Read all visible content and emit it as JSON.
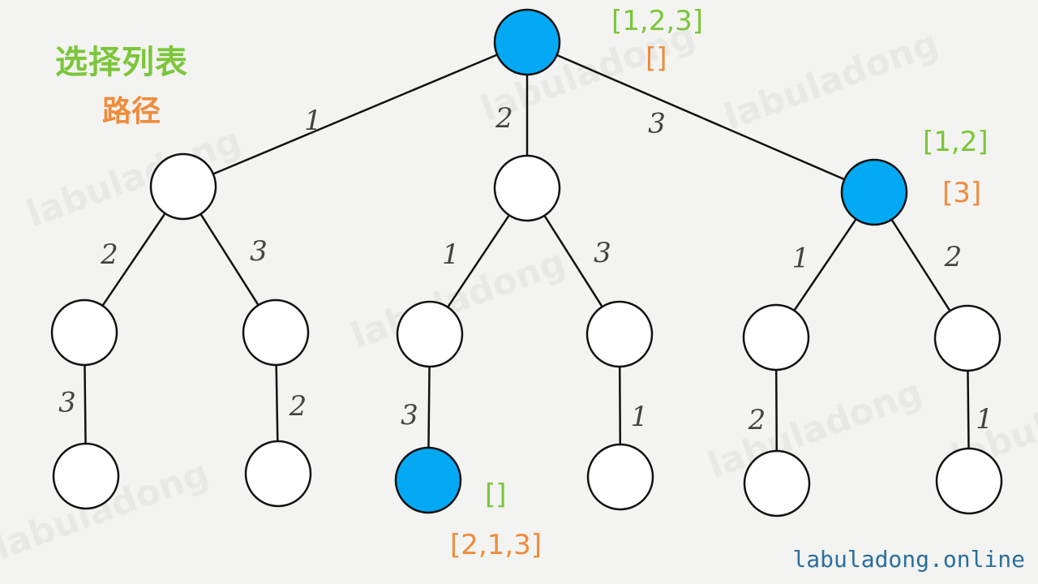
{
  "legend": {
    "choice_list": "选择列表",
    "path": "路径"
  },
  "watermark": "labuladong",
  "site_url": "labuladong.online",
  "colors": {
    "highlight_node": "#03a9f4",
    "plain_node": "#ffffff",
    "choice_list": "#7cc63a",
    "path": "#ef8c3c"
  },
  "tree": {
    "nodes": [
      {
        "id": "root",
        "highlighted": true
      },
      {
        "id": "n1",
        "highlighted": false
      },
      {
        "id": "n2",
        "highlighted": false
      },
      {
        "id": "n3",
        "highlighted": true
      },
      {
        "id": "n12",
        "highlighted": false
      },
      {
        "id": "n13",
        "highlighted": false
      },
      {
        "id": "n21",
        "highlighted": false
      },
      {
        "id": "n23",
        "highlighted": false
      },
      {
        "id": "n31",
        "highlighted": false
      },
      {
        "id": "n32",
        "highlighted": false
      },
      {
        "id": "n123",
        "highlighted": false
      },
      {
        "id": "n132",
        "highlighted": false
      },
      {
        "id": "n213",
        "highlighted": true
      },
      {
        "id": "n231",
        "highlighted": false
      },
      {
        "id": "n312",
        "highlighted": false
      },
      {
        "id": "n321",
        "highlighted": false
      }
    ],
    "edges": [
      {
        "from": "root",
        "to": "n1",
        "label": "1"
      },
      {
        "from": "root",
        "to": "n2",
        "label": "2"
      },
      {
        "from": "root",
        "to": "n3",
        "label": "3"
      },
      {
        "from": "n1",
        "to": "n12",
        "label": "2"
      },
      {
        "from": "n1",
        "to": "n13",
        "label": "3"
      },
      {
        "from": "n2",
        "to": "n21",
        "label": "1"
      },
      {
        "from": "n2",
        "to": "n23",
        "label": "3"
      },
      {
        "from": "n3",
        "to": "n31",
        "label": "1"
      },
      {
        "from": "n3",
        "to": "n32",
        "label": "2"
      },
      {
        "from": "n12",
        "to": "n123",
        "label": "3"
      },
      {
        "from": "n13",
        "to": "n132",
        "label": "2"
      },
      {
        "from": "n21",
        "to": "n213",
        "label": "3"
      },
      {
        "from": "n23",
        "to": "n231",
        "label": "1"
      },
      {
        "from": "n31",
        "to": "n312",
        "label": "2"
      },
      {
        "from": "n32",
        "to": "n321",
        "label": "1"
      }
    ]
  },
  "states": {
    "root": {
      "choices": "[1,2,3]",
      "path": "[]"
    },
    "n3": {
      "choices": "[1,2]",
      "path": "[3]"
    },
    "n213": {
      "choices": "[]",
      "path": "[2,1,3]"
    }
  }
}
